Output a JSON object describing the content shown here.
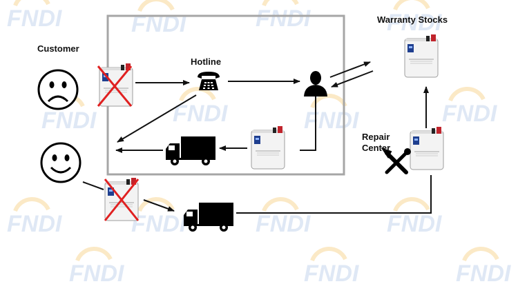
{
  "labels": {
    "customer": "Customer",
    "hotline": "Hotline",
    "warranty_stocks": "Warranty Stocks",
    "repair_center_line1": "Repair",
    "repair_center_line2": "Center"
  },
  "watermark": "FNDI",
  "colors": {
    "frame": "#a6a6a6",
    "arrow": "#111111",
    "cross": "#e02020",
    "unit_body": "#f3f3f3",
    "unit_screen": "#1f3f8f",
    "unit_terminal": "#c0242c",
    "watermark": "#dfe8f5",
    "sun": "#fbe9c6"
  },
  "icons": [
    "sad-face-icon",
    "happy-face-icon",
    "telephone-icon",
    "person-icon",
    "truck-icon",
    "repair-tools-icon",
    "stabilizer-unit-icon",
    "red-cross-icon"
  ]
}
